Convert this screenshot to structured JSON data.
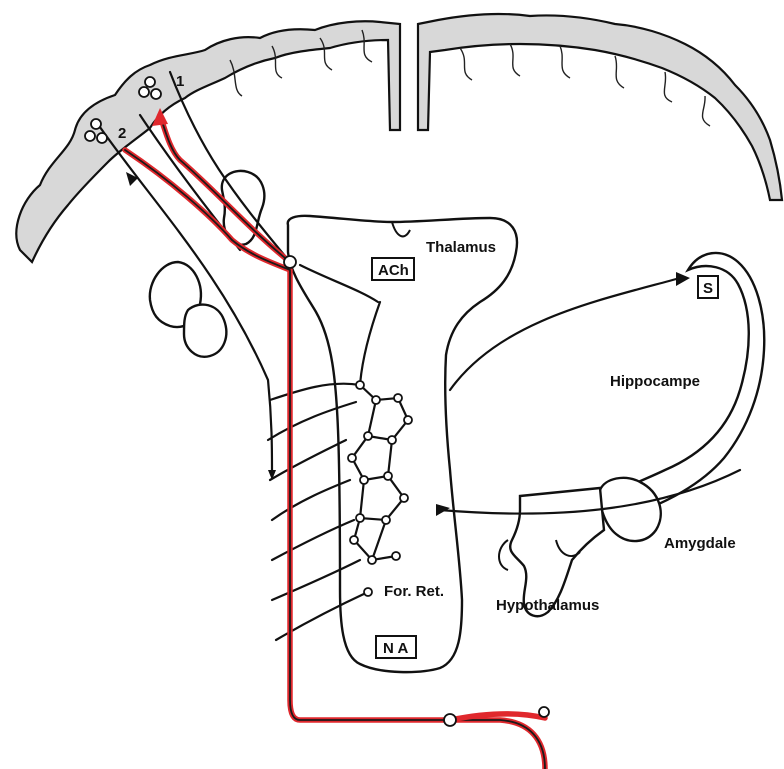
{
  "diagram": {
    "labels": {
      "thalamus": "Thalamus",
      "hippocampus": "Hippocampe",
      "amygdala": "Amygdale",
      "hypothalamus": "Hypothalamus",
      "reticular_formation": "For. Ret."
    },
    "boxes": {
      "ach": "ACh",
      "na": "N A",
      "s": "S"
    },
    "layer_numbers": {
      "layer_1": "1",
      "layer_2": "2"
    },
    "colors": {
      "noradrenergic_pathway": "#e0282d",
      "ink": "#111111",
      "cortex_fill": "#d8d8d8"
    }
  }
}
